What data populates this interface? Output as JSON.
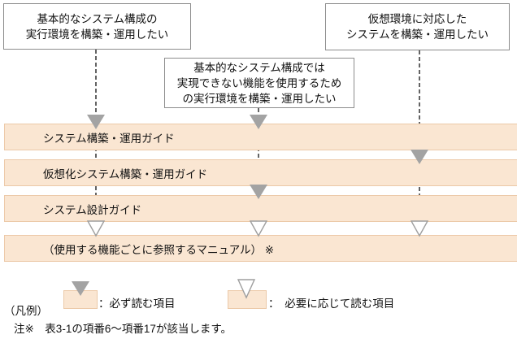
{
  "boxes": {
    "basic": {
      "lines": [
        "基本的なシステム構成の",
        "実行環境を構築・運用したい"
      ]
    },
    "extended": {
      "lines": [
        "基本的なシステム構成では",
        "実現できない機能を使用するため",
        "の実行環境を構築・運用したい"
      ]
    },
    "virtual": {
      "lines": [
        "仮想環境に対応した",
        "システムを構築・運用したい"
      ]
    }
  },
  "manual_bars": [
    {
      "label": "システム構築・運用ガイド"
    },
    {
      "label": "仮想化システム構築・運用ガイド"
    },
    {
      "label": "システム設計ガイド"
    },
    {
      "label": "（使用する機能ごとに参照するマニュアル） ※"
    }
  ],
  "legend": {
    "caption": "（凡例）",
    "items": [
      {
        "arrow": "filled-down-arrow",
        "label": "：必ず読む項目"
      },
      {
        "arrow": "hollow-down-arrow",
        "label": "：　必要に応じて読む項目"
      }
    ]
  },
  "note": "注※　表3-1の項番6〜項番17が該当します。",
  "colors": {
    "bar_fill": "#fae6d2",
    "bar_border": "#ecc9a8",
    "filled_arrow": "#a3a3a3",
    "hollow_arrow_border": "#9e9e9e",
    "dashed_line": "#3d3d3d",
    "box_border": "#8c8c8c"
  }
}
